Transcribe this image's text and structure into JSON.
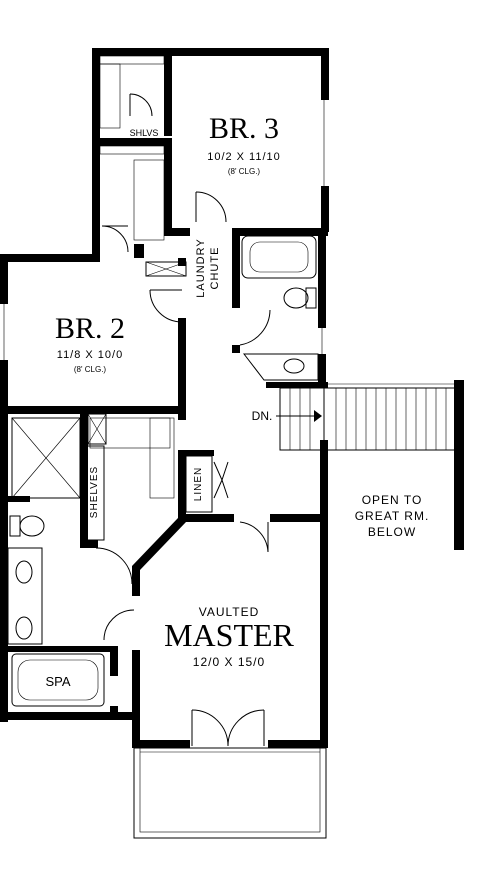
{
  "rooms": {
    "br3": {
      "name": "BR. 3",
      "dims": "10/2 X 11/10",
      "ceiling": "(8' CLG.)"
    },
    "br2": {
      "name": "BR. 2",
      "dims": "11/8 X 10/0",
      "ceiling": "(8' CLG.)"
    },
    "master": {
      "prefix": "VAULTED",
      "name": "MASTER",
      "dims": "12/0 X 15/0"
    }
  },
  "labels": {
    "shlvs": "SHLVS",
    "laundry": "LAUNDRY",
    "chute": "CHUTE",
    "dn": "DN.",
    "shelves": "SHELVES",
    "linen": "LINEN",
    "spa": "SPA",
    "open_to": "OPEN TO",
    "great_rm": "GREAT RM.",
    "below": "BELOW"
  }
}
